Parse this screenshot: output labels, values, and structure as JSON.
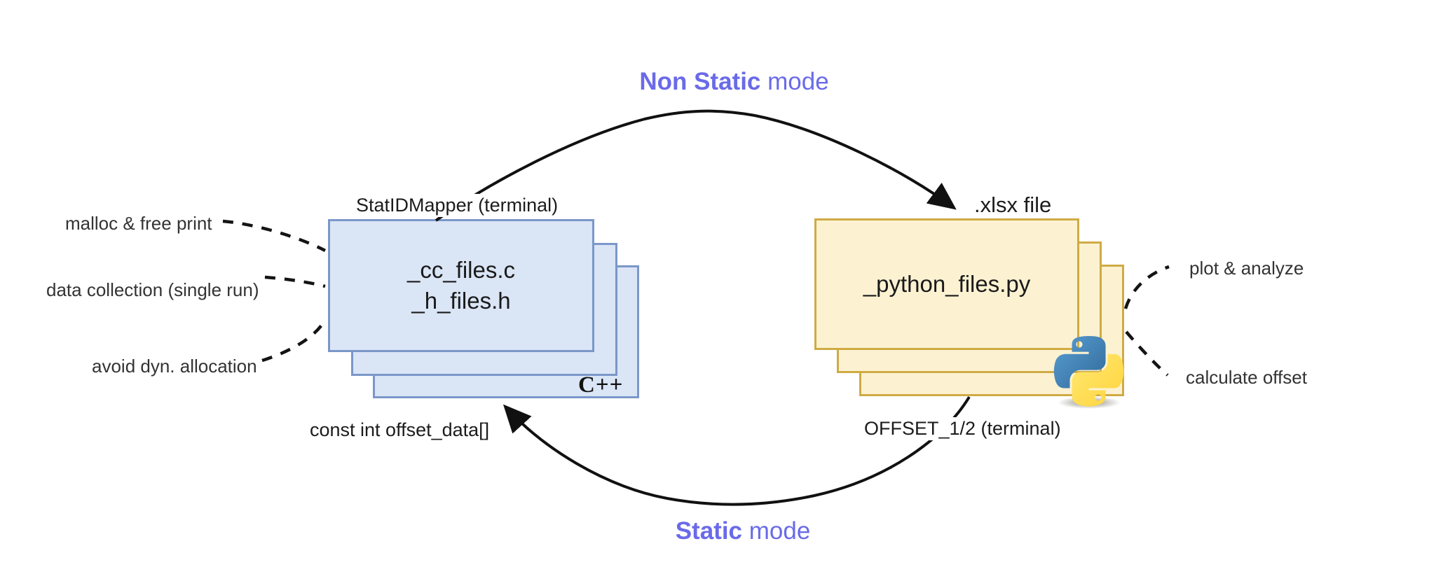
{
  "flow": {
    "top_label_bold": "Non Static",
    "top_label_rest": " mode",
    "bottom_label_bold": "Static",
    "bottom_label_rest": " mode",
    "accent_color": "#6A6AE9",
    "arrow_color": "#111111"
  },
  "left_stack": {
    "label_above": "StatIDMapper (terminal)",
    "line1": "_cc_files.c",
    "line2": "_h_files.h",
    "corner_label": "C++",
    "label_below": "const int offset_data[]",
    "fill_color": "#DAE5F6",
    "border_color": "#7B97C9",
    "annotations": {
      "a1": "malloc & free print",
      "a2": "data collection (single run)",
      "a3": "avoid dyn. allocation"
    }
  },
  "right_stack": {
    "label_above": ".xlsx file",
    "line1": "_python_files.py",
    "label_below": "OFFSET_1/2 (terminal)",
    "fill_color": "#FCF2D2",
    "border_color": "#CFAB44",
    "logo_icon": "python-logo",
    "annotations": {
      "a1": "plot & analyze",
      "a2": "calculate offset"
    }
  }
}
